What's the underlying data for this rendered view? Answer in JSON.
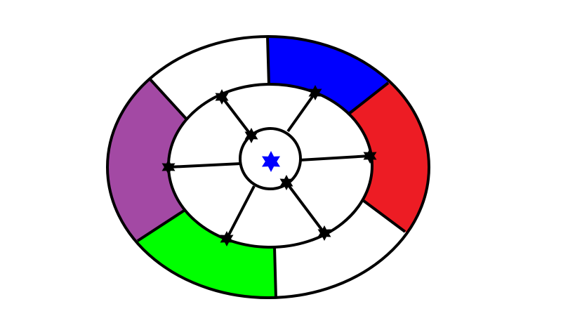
{
  "diagram": {
    "background": "#ffffff",
    "stroke_color": "#000000",
    "segments": [
      {
        "name": "top-left",
        "color": "#ffffff"
      },
      {
        "name": "top-right",
        "color": "#0000ff"
      },
      {
        "name": "right",
        "color": "#ed1c24"
      },
      {
        "name": "bottom-right",
        "color": "#ffffff"
      },
      {
        "name": "bottom-left",
        "color": "#00ff00"
      },
      {
        "name": "left",
        "color": "#a349a4"
      }
    ],
    "spoke_count": 6,
    "spoke_marker": "six-pointed-star-icon",
    "spoke_marker_color": "#000000",
    "center_marker": "six-pointed-star-icon",
    "center_marker_color": "#0000ff"
  }
}
